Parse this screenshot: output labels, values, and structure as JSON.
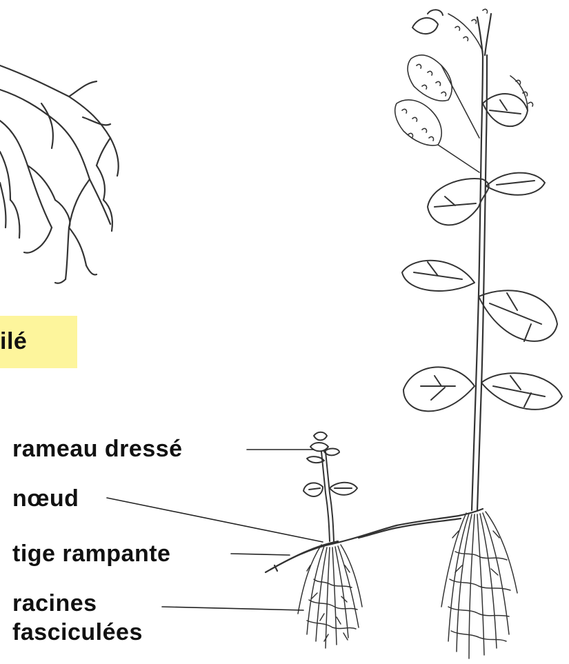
{
  "partial_label": "ilé",
  "labels": {
    "rameau": "rameau dressé",
    "noeud": "nœud",
    "tige": "tige rampante",
    "racines_line1": "racines",
    "racines_line2": "fasciculées"
  },
  "colors": {
    "highlight": "#fdf59c",
    "ink": "#333333"
  }
}
